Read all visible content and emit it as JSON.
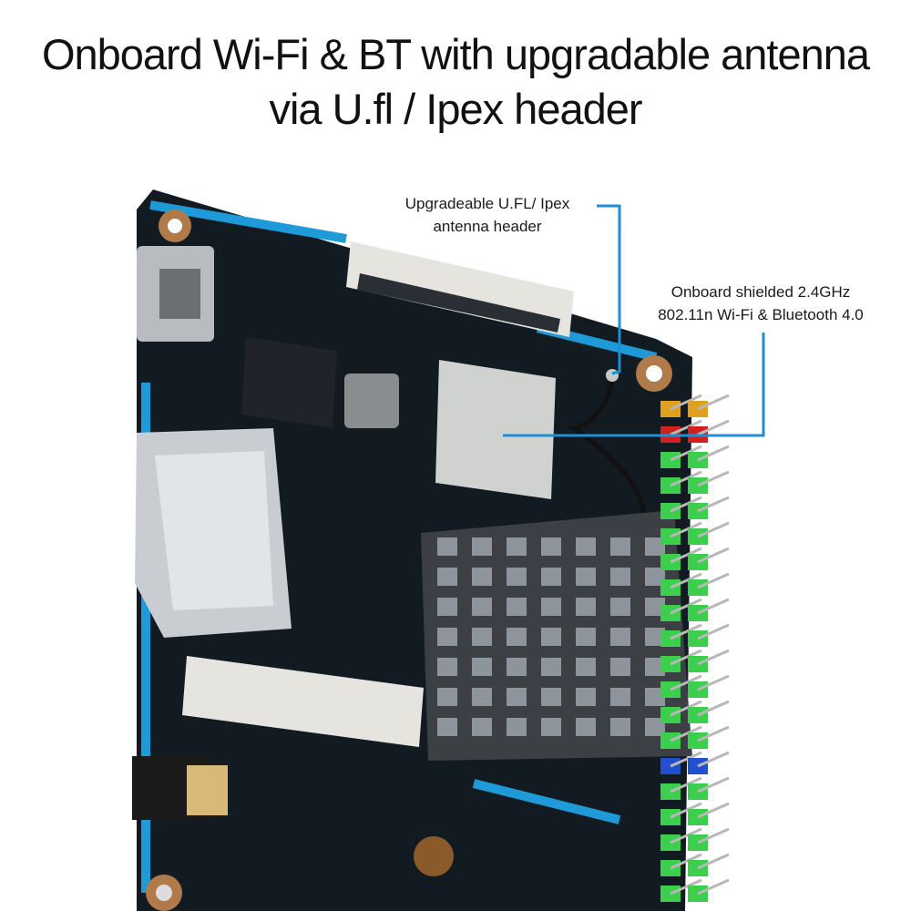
{
  "headline": {
    "line1": "Onboard Wi-Fi & BT with upgradable antenna",
    "line2": "via U.fl / Ipex header"
  },
  "callouts": [
    {
      "line1": "Upgradeable U.FL/ Ipex",
      "line2": "antenna header"
    },
    {
      "line1": "Onboard shielded 2.4GHz",
      "line2": "802.11n Wi-Fi & Bluetooth 4.0"
    }
  ],
  "colors": {
    "callout_line": "#1d8fd6",
    "pcb": "#121a22",
    "pcb_trace": "#1e9ad8",
    "heatsink": "#3c3f44",
    "gpio_pins": "#3ccf4e"
  }
}
